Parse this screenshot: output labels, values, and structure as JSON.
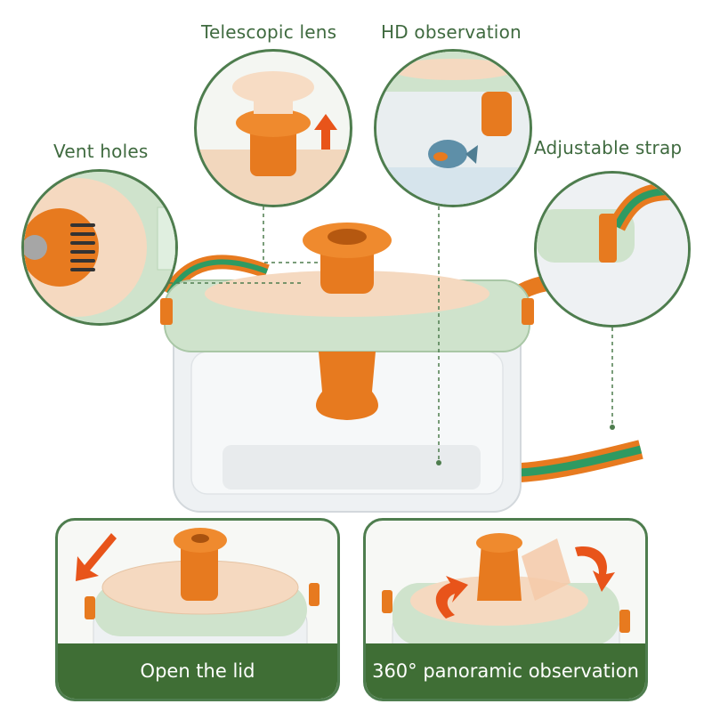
{
  "labels": {
    "telescopic_lens": "Telescopic lens",
    "hd_observation": "HD observation",
    "vent_holes": "Vent holes",
    "adjustable_strap": "Adjustable strap"
  },
  "panels": {
    "open_lid": "Open the lid",
    "panoramic": "360° panoramic observation"
  },
  "colors": {
    "accent_green": "#4e7d4e",
    "caption_green": "#3f6e35",
    "orange": "#e77a1f",
    "lid_green": "#cfe3cc"
  }
}
